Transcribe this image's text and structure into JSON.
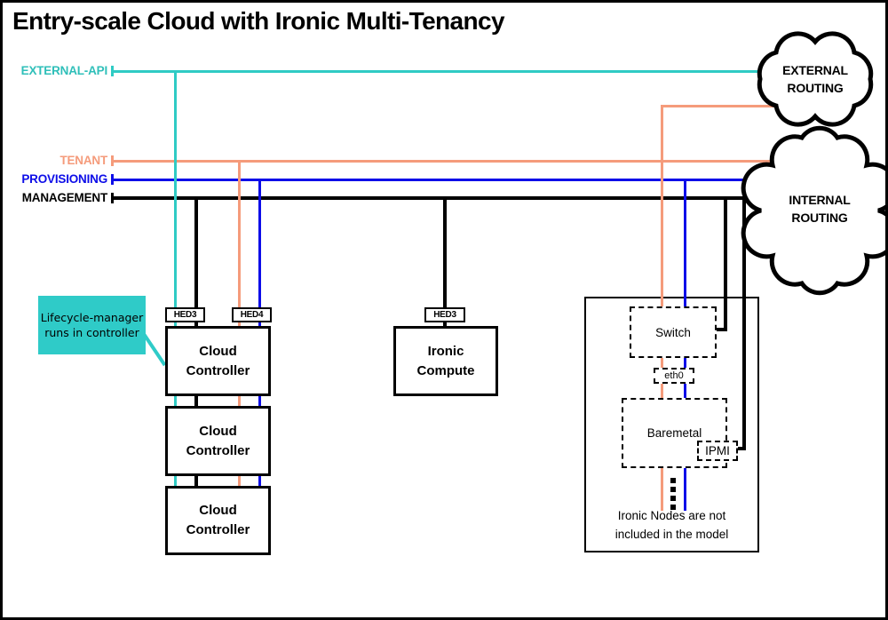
{
  "title": "Entry-scale Cloud with Ironic Multi-Tenancy",
  "colors": {
    "external_api": "#2FCBC4",
    "tenant": "#F59B7B",
    "provisioning": "#0D0DE8",
    "management": "#000000",
    "callout_bg": "#2FCBC8"
  },
  "networks": {
    "external_api": "EXTERNAL-API",
    "tenant": "TENANT",
    "provisioning": "PROVISIONING",
    "management": "MANAGEMENT"
  },
  "clouds": {
    "external": [
      "EXTERNAL",
      "ROUTING"
    ],
    "internal": [
      "INTERNAL",
      "ROUTING"
    ]
  },
  "callout": [
    "Lifecycle-manager",
    "runs in controller"
  ],
  "hed": {
    "controller_a": "HED3",
    "controller_b": "HED4",
    "compute": "HED3"
  },
  "nodes": {
    "controller": [
      "Cloud",
      "Controller"
    ],
    "compute": [
      "Ironic",
      "Compute"
    ],
    "switch": "Switch",
    "eth0": "eth0",
    "baremetal": "Baremetal",
    "ipmi": "IPMI"
  },
  "note": [
    "Ironic Nodes are not",
    "included in the model"
  ]
}
